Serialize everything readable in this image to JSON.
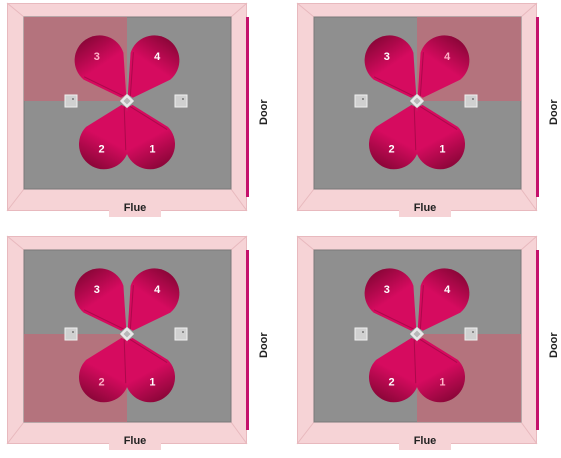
{
  "colors": {
    "frame": "#f6d3d6",
    "frame_edge": "#e8b9be",
    "floor": "#8f8f8f",
    "highlight": "#b4737d",
    "petal": "#d60b5f",
    "petal_dark": "#8c0639",
    "door": "#c4126b"
  },
  "labels": {
    "flue": "Flue",
    "door": "Door"
  },
  "panels": [
    {
      "active_quadrant": 3,
      "numbers": [
        "1",
        "2",
        "3",
        "4"
      ]
    },
    {
      "active_quadrant": 4,
      "numbers": [
        "1",
        "2",
        "3",
        "4"
      ]
    },
    {
      "active_quadrant": 2,
      "numbers": [
        "1",
        "2",
        "3",
        "4"
      ]
    },
    {
      "active_quadrant": 1,
      "numbers": [
        "1",
        "2",
        "3",
        "4"
      ]
    }
  ]
}
